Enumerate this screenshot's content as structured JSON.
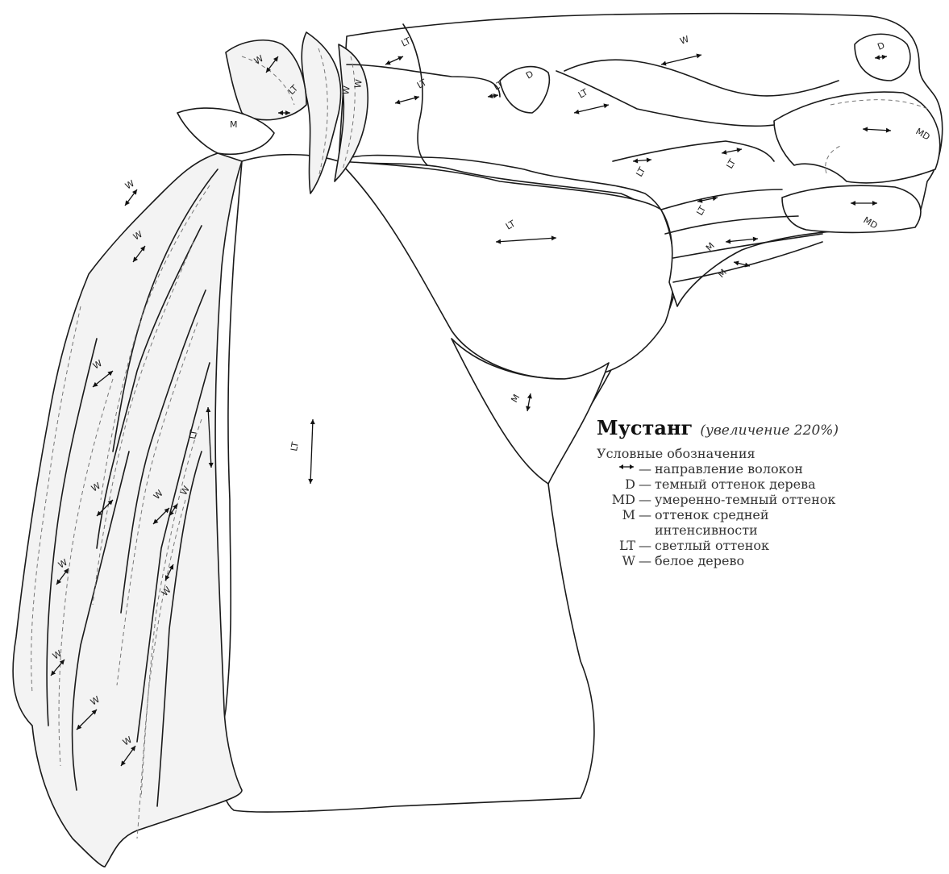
{
  "legend": {
    "title": "Мустанг",
    "subtitle": "(увеличение 220%)",
    "heading": "Условные обозначения",
    "items": [
      {
        "key": "",
        "symbol": "arrow-icon",
        "desc": "направление волокон"
      },
      {
        "key": "D",
        "desc": "темный оттенок дерева"
      },
      {
        "key": "MD",
        "desc": "умеренно-темный оттенок"
      },
      {
        "key": "M",
        "desc": "оттенок средней интенсивности"
      },
      {
        "key": "LT",
        "desc": "светлый оттенок"
      },
      {
        "key": "W",
        "desc": "белое дерево"
      }
    ]
  },
  "regions": [
    {
      "label": "W"
    },
    {
      "label": "D"
    },
    {
      "label": "LT"
    },
    {
      "label": "LT"
    },
    {
      "label": "D"
    },
    {
      "label": "LT"
    },
    {
      "label": "LT"
    },
    {
      "label": "MD"
    },
    {
      "label": "LT"
    },
    {
      "label": "LT"
    },
    {
      "label": "LT"
    },
    {
      "label": "MD"
    },
    {
      "label": "LT"
    },
    {
      "label": "M"
    },
    {
      "label": "M"
    },
    {
      "label": "M"
    },
    {
      "label": "LT"
    },
    {
      "label": "LT"
    },
    {
      "label": "W"
    },
    {
      "label": "W"
    },
    {
      "label": "W"
    },
    {
      "label": "LT"
    },
    {
      "label": "M"
    },
    {
      "label": "W"
    },
    {
      "label": "W"
    },
    {
      "label": "W"
    },
    {
      "label": "W"
    },
    {
      "label": "W"
    },
    {
      "label": "W"
    },
    {
      "label": "W"
    },
    {
      "label": "W"
    },
    {
      "label": "W"
    },
    {
      "label": "W"
    },
    {
      "label": "W"
    }
  ],
  "colors": {
    "line": "#1a1a1a",
    "grain": "#777777",
    "background": "#ffffff"
  }
}
